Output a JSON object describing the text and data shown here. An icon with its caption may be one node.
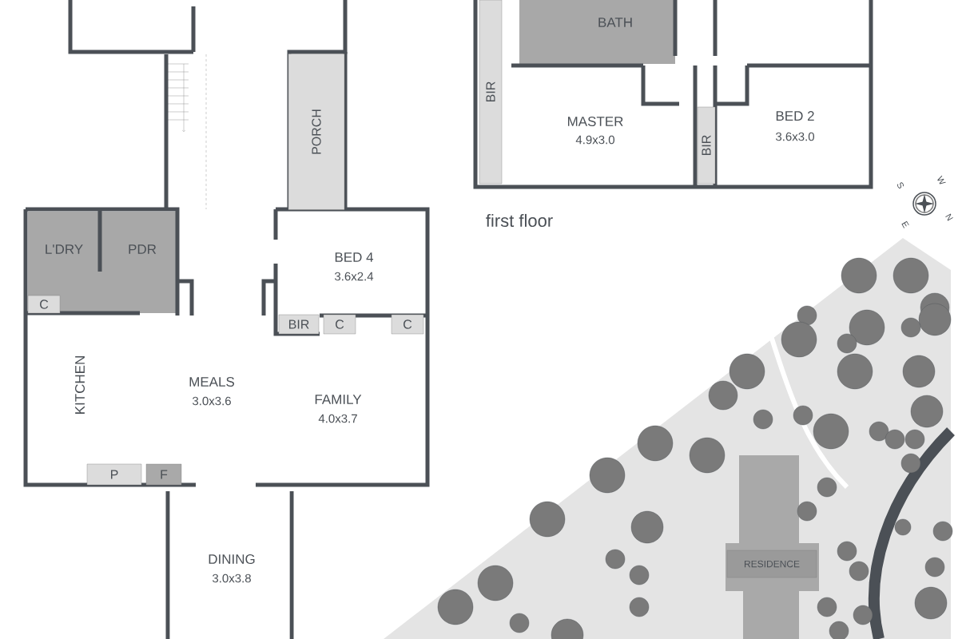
{
  "diagram": {
    "nodes": [
      {
        "text": [
          "BIR"
        ]
      },
      {
        "text": [
          "BIR"
        ]
      },
      {
        "text": [
          "PORCH"
        ]
      },
      {
        "text": [
          "C"
        ]
      },
      {
        "text": [
          "BIR"
        ]
      },
      {
        "text": [
          "C"
        ]
      },
      {
        "text": [
          "C"
        ]
      },
      {
        "text": [
          "P"
        ]
      },
      {
        "text": [
          "F"
        ]
      },
      {
        "text": [
          "RESIDENCE"
        ]
      }
    ],
    "labels": [
      "BATH",
      "BED 2",
      "MASTER",
      "3.6x3.0",
      "4.9x3.0",
      "W",
      "S",
      "first floor",
      "N",
      "E",
      "L'DRY",
      "PDR",
      "BED 4",
      "3.6x2.4",
      "MEALS",
      "KITCHEN",
      "FAMILY",
      "3.0x3.6",
      "4.0x3.7",
      "DINING",
      "3.0x3.8"
    ]
  }
}
